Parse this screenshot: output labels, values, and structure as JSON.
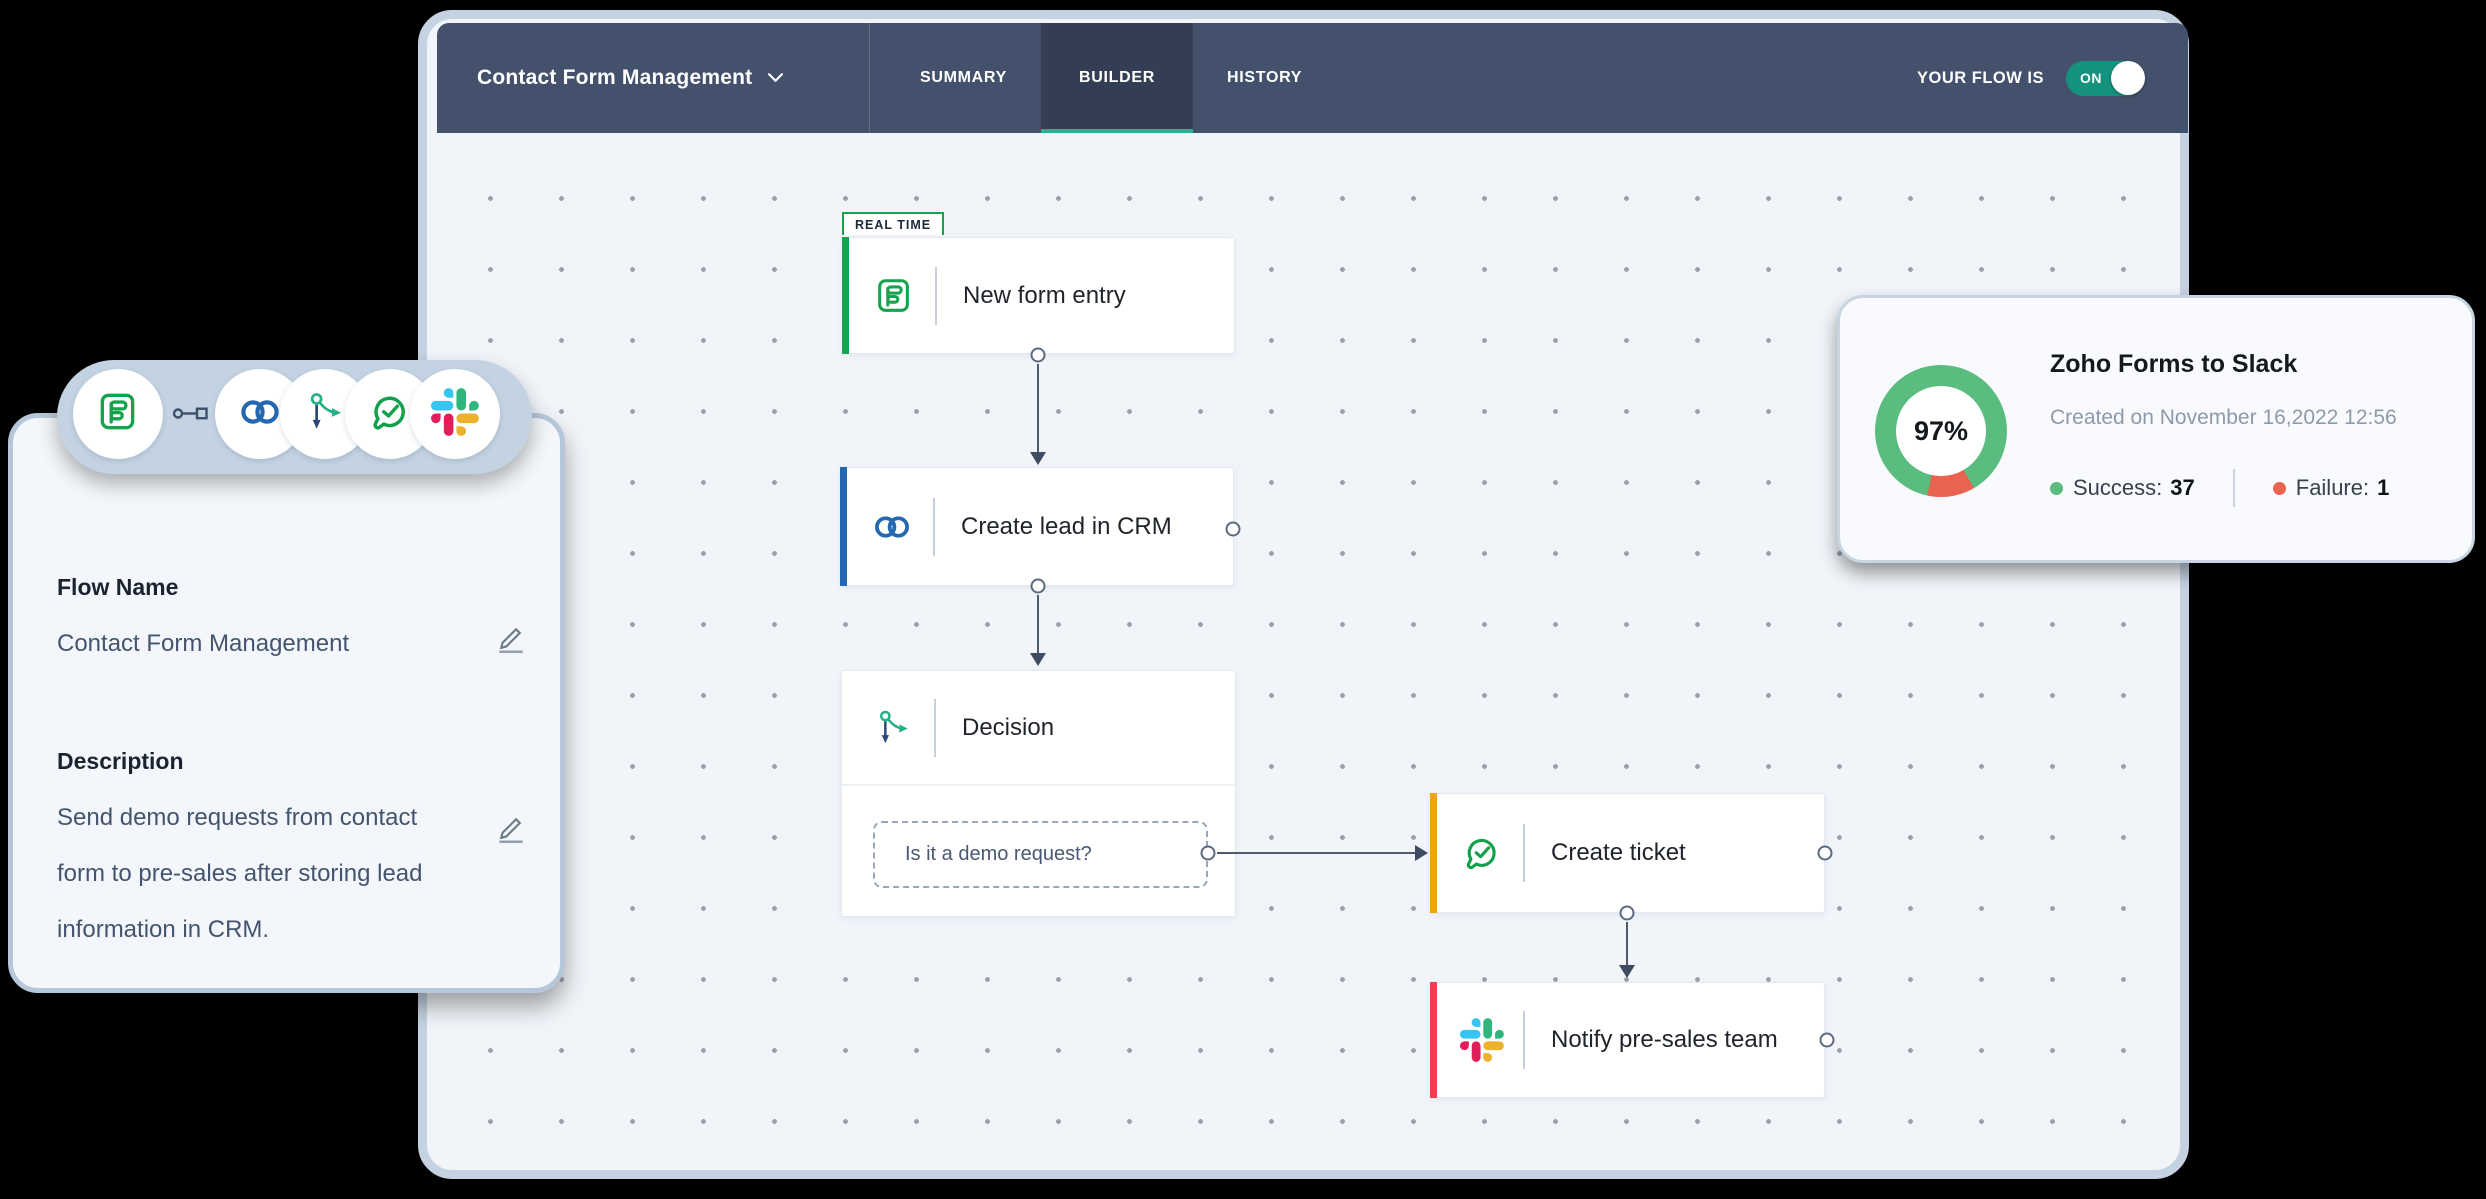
{
  "navbar": {
    "title": "Contact Form Management",
    "tabs": [
      {
        "label": "SUMMARY",
        "active": false
      },
      {
        "label": "BUILDER",
        "active": true
      },
      {
        "label": "HISTORY",
        "active": false
      }
    ],
    "status_label": "YOUR FLOW IS",
    "toggle_label": "ON",
    "toggle_state": "on",
    "accent_green": "#25b491"
  },
  "canvas": {
    "trigger_badge": "REAL TIME",
    "nodes": [
      {
        "label": "New form entry",
        "app": "Zoho Forms",
        "accent": "#16a24e"
      },
      {
        "label": "Create lead in CRM",
        "app": "Zoho CRM",
        "accent": "#2368b0"
      },
      {
        "label": "Decision",
        "app": "Decision",
        "accent": "#ffffff"
      },
      {
        "label": "Create ticket",
        "app": "Zoho Desk",
        "accent": "#f0a21c"
      },
      {
        "label": "Notify pre-sales team",
        "app": "Slack",
        "accent": "#e9414e"
      }
    ],
    "decision_branch": "Is it a demo request?"
  },
  "left_panel": {
    "flow_name_label": "Flow Name",
    "flow_name_value": "Contact Form Management",
    "description_label": "Description",
    "description_value": "Send demo requests from contact form to pre-sales after storing lead information in CRM.",
    "apps": [
      "Zoho Forms",
      "Zoho CRM",
      "Decision",
      "Zoho Desk",
      "Slack"
    ]
  },
  "stats_card": {
    "title": "Zoho Forms to Slack",
    "created": "Created on November 16,2022 12:56",
    "percent": "97%",
    "success_label": "Success:",
    "success_count": "37",
    "failure_label": "Failure:",
    "failure_count": "1"
  },
  "chart_data": {
    "type": "pie",
    "labels": [
      "Success",
      "Failure"
    ],
    "values": [
      37,
      1
    ],
    "center_label": "97%",
    "colors": [
      "#5abc7e",
      "#e96351"
    ]
  },
  "colors": {
    "navbar_bg": "#43516c",
    "navbar_active_tab": "#333e54",
    "tab_underline": "#25b491",
    "toggle_green": "#15927d",
    "canvas_bg": "#f1f5fa",
    "success_green": "#5abc7e",
    "failure_red": "#e96351",
    "forms_green": "#16a24e",
    "crm_blue": "#2368b0",
    "desk_orange": "#f0a21c",
    "slack_red_bar": "#e9414e"
  }
}
